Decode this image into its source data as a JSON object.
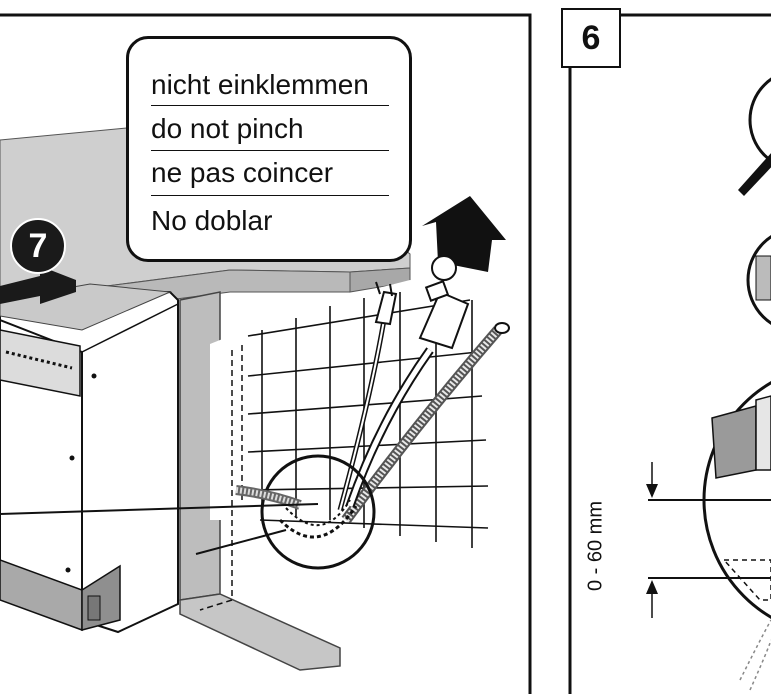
{
  "callout": {
    "lines": [
      "nicht einklemmen",
      "do not pinch",
      "ne pas coincer",
      "No doblar"
    ]
  },
  "step_badge": "7",
  "panel_number": "6",
  "dimension_label": "0 - 60 mm"
}
